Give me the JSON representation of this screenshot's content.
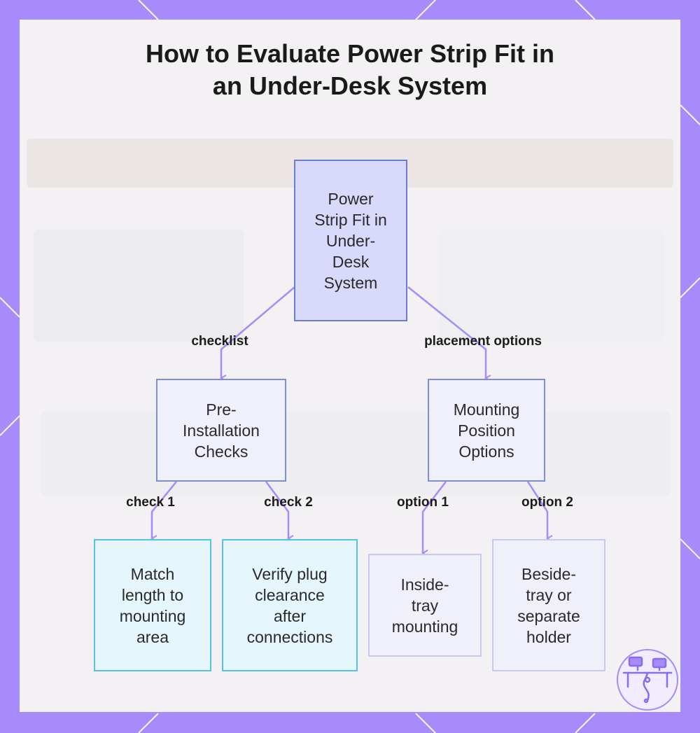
{
  "title": {
    "line1": "How to Evaluate Power Strip Fit in",
    "line2": "an Under-Desk System"
  },
  "nodes": {
    "root": [
      "Power",
      "Strip Fit in",
      "Under-",
      "Desk",
      "System"
    ],
    "pre_installation": [
      "Pre-",
      "Installation",
      "Checks"
    ],
    "mounting_position": [
      "Mounting",
      "Position",
      "Options"
    ],
    "match_length": [
      "Match",
      "length to",
      "mounting",
      "area"
    ],
    "verify_plug": [
      "Verify plug",
      "clearance",
      "after",
      "connections"
    ],
    "inside_tray": [
      "Inside-",
      "tray",
      "mounting"
    ],
    "beside_tray": [
      "Beside-",
      "tray or",
      "separate",
      "holder"
    ]
  },
  "edges": {
    "checklist": "checklist",
    "placement_options": "placement options",
    "check1": "check 1",
    "check2": "check 2",
    "option1": "option 1",
    "option2": "option 2"
  },
  "colors": {
    "frame": "#a78bfa",
    "edge": "#a78bfa",
    "root_fill": "#d9d9fb",
    "cyan_border": "#56c3e6"
  },
  "icons": {
    "logo": "desk-setup-logo-icon"
  }
}
